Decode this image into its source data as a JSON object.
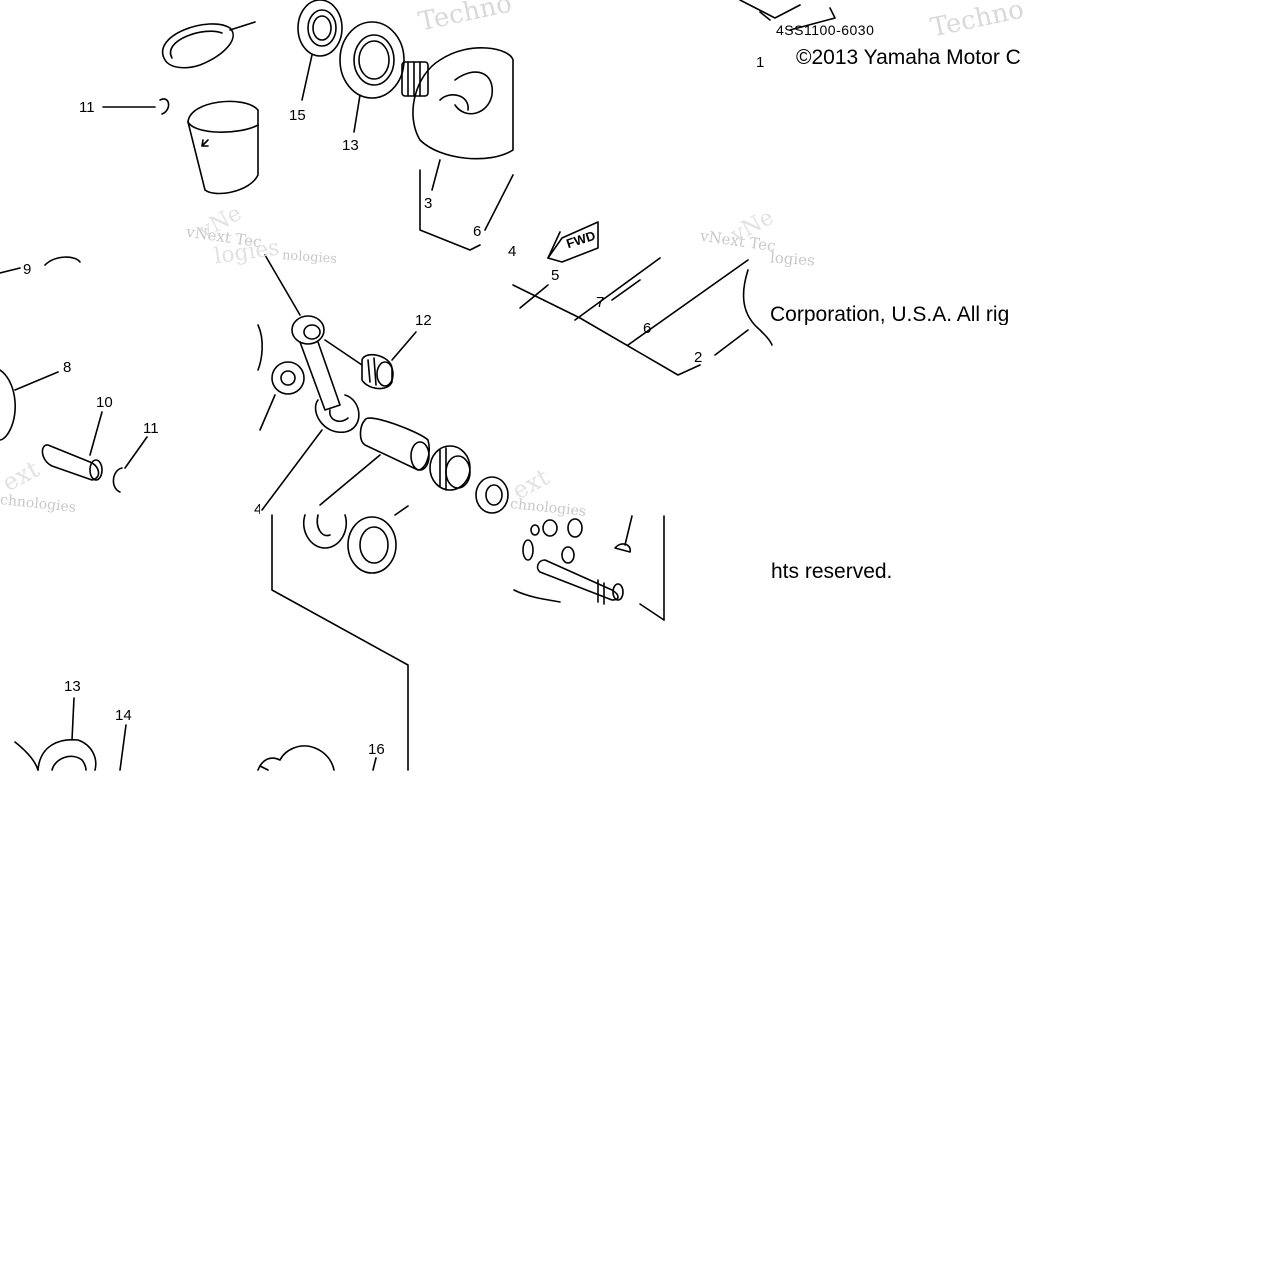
{
  "diagram": {
    "part_code": "4SS1100-6030",
    "copyright_segments": [
      "©2013 Yamaha Motor C",
      "Corporation, U.S.A. All rig",
      "hts reserved."
    ],
    "fwd_label": "FWD",
    "watermarks": {
      "vnext_1": "vNext Tec",
      "vnext_2": "vNext Tec",
      "nologies": "nologies",
      "technologies_1": "chnologies",
      "technologies_2": "chnologies",
      "techno_top": "Techno",
      "techno_right": "Techno",
      "ext_1": "ext",
      "ext_2": "ext",
      "logies_1": "logies",
      "logies_2": "logies",
      "vne_1": "vNe",
      "vne_2": "vNe"
    },
    "callouts": {
      "c1": "1",
      "c2": "2",
      "c3": "3",
      "c4a": "4",
      "c4b": "4",
      "c5": "5",
      "c6a": "6",
      "c6b": "6",
      "c7": "7",
      "c8": "8",
      "c9": "9",
      "c10": "10",
      "c11a": "11",
      "c11b": "11",
      "c12": "12",
      "c13a": "13",
      "c13b": "13",
      "c14": "14",
      "c15": "15",
      "c16": "16"
    }
  }
}
